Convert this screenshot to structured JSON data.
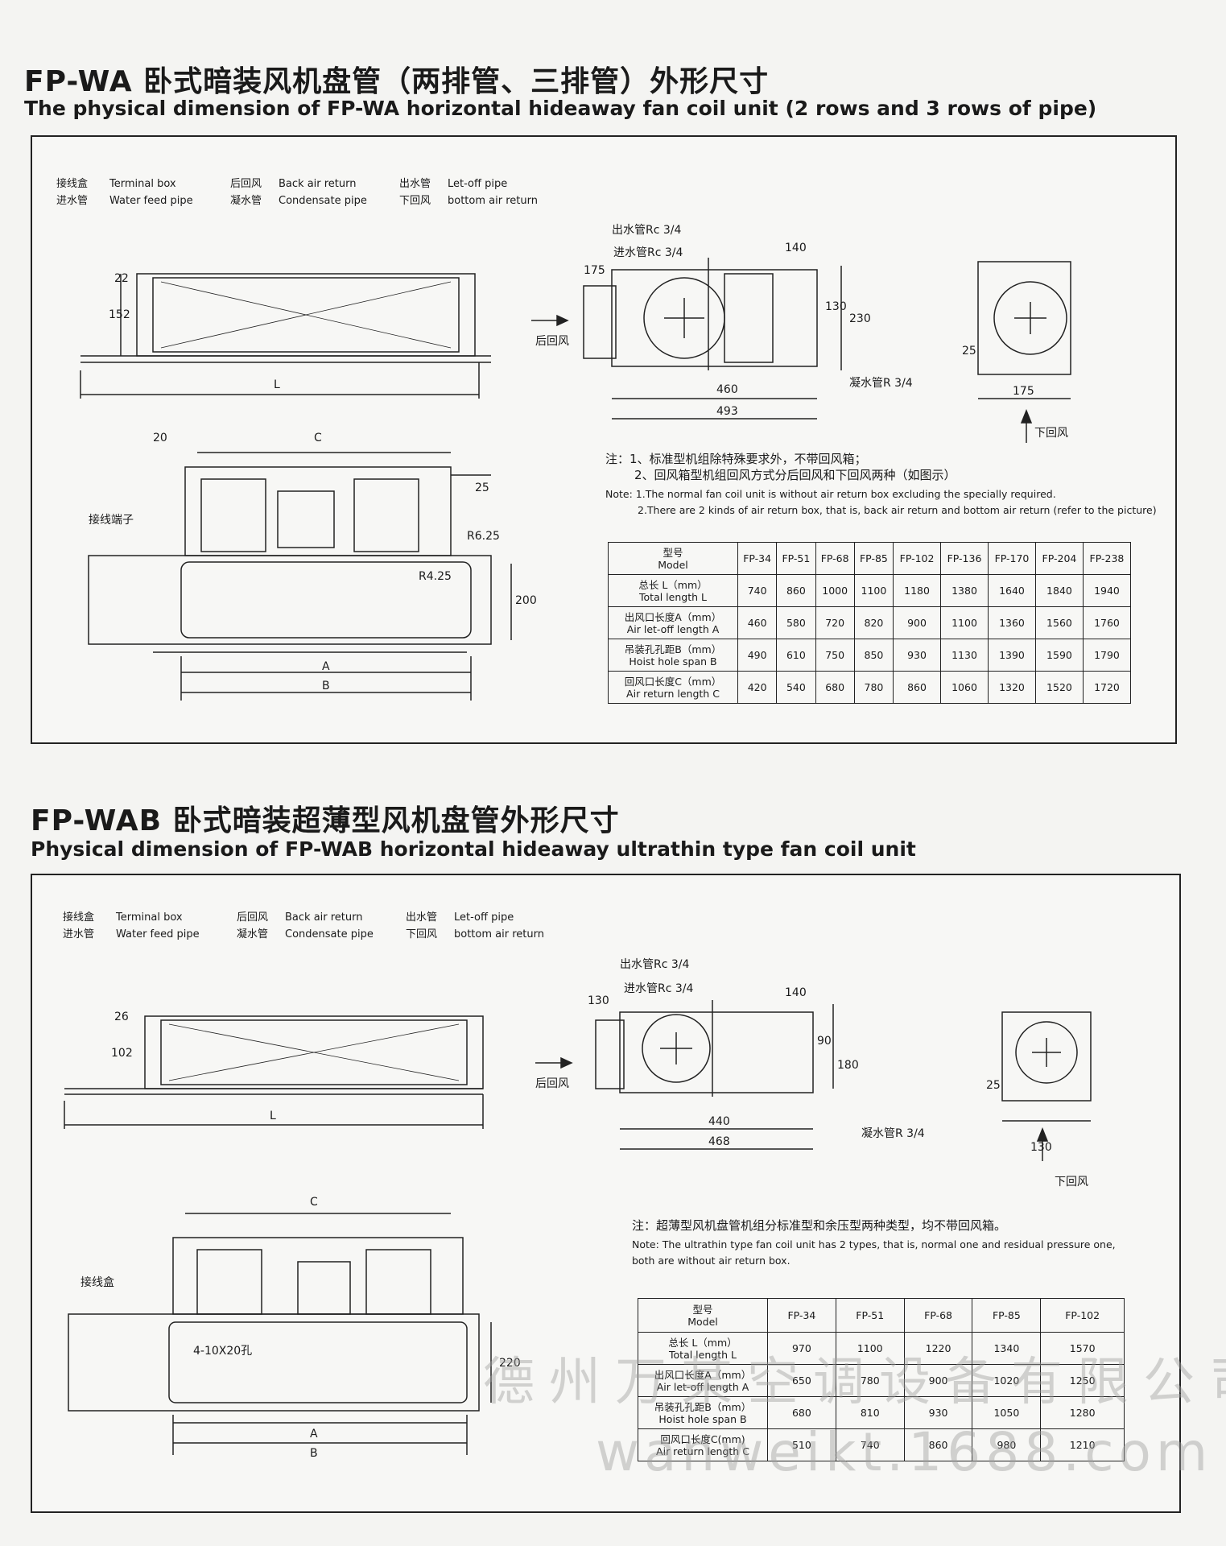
{
  "section1": {
    "title_cn": "FP-WA 卧式暗装风机盘管（两排管、三排管）外形尺寸",
    "title_en": "The physical dimension of FP-WA horizontal hideaway fan coil unit (2 rows and 3 rows of pipe)",
    "legend": [
      {
        "cn": "接线盒",
        "en": "Terminal box"
      },
      {
        "cn": "后回风",
        "en": "Back air return"
      },
      {
        "cn": "出水管",
        "en": "Let-off pipe"
      },
      {
        "cn": "进水管",
        "en": "Water feed pipe"
      },
      {
        "cn": "凝水管",
        "en": "Condensate pipe"
      },
      {
        "cn": "下回风",
        "en": "bottom air return"
      }
    ],
    "labels": {
      "dim_22": "22",
      "dim_152": "152",
      "dim_L": "L",
      "dim_20": "20",
      "dim_C": "C",
      "dim_25": "25",
      "terminal": "接线端子",
      "r425": "R4.25",
      "r625": "R6.25",
      "dim_200": "200",
      "dim_A": "A",
      "dim_B": "B",
      "outlet_pipe": "出水管Rc 3/4",
      "inlet_pipe": "进水管Rc 3/4",
      "dim_140": "140",
      "dim_130": "130",
      "dim_230": "230",
      "dim_175": "175",
      "back_return": "后回风",
      "dim_460": "460",
      "dim_493": "493",
      "condensate": "凝水管R 3/4",
      "dim_25b": "25",
      "dim_175b": "175",
      "bottom_return": "下回风"
    },
    "notes_cn": [
      "注：1、标准型机组除特殊要求外，不带回风箱；",
      "2、回风箱型机组回风方式分后回风和下回风两种（如图示）"
    ],
    "notes_en": [
      "Note: 1.The normal fan coil unit is without air return box excluding the specially required.",
      "2.There are 2 kinds of air return box, that is, back air return and bottom air return (refer to the picture)"
    ],
    "table": {
      "header_cn": "型号",
      "header_en": "Model",
      "models": [
        "FP-34",
        "FP-51",
        "FP-68",
        "FP-85",
        "FP-102",
        "FP-136",
        "FP-170",
        "FP-204",
        "FP-238"
      ],
      "rows": [
        {
          "cn": "总长 L（mm）",
          "en": "Total length L",
          "values": [
            "740",
            "860",
            "1000",
            "1100",
            "1180",
            "1380",
            "1640",
            "1840",
            "1940"
          ]
        },
        {
          "cn": "出风口长度A（mm）",
          "en": "Air let-off length A",
          "values": [
            "460",
            "580",
            "720",
            "820",
            "900",
            "1100",
            "1360",
            "1560",
            "1760"
          ]
        },
        {
          "cn": "吊装孔孔距B（mm）",
          "en": "Hoist hole span B",
          "values": [
            "490",
            "610",
            "750",
            "850",
            "930",
            "1130",
            "1390",
            "1590",
            "1790"
          ]
        },
        {
          "cn": "回风口长度C（mm）",
          "en": "Air return length C",
          "values": [
            "420",
            "540",
            "680",
            "780",
            "860",
            "1060",
            "1320",
            "1520",
            "1720"
          ]
        }
      ]
    }
  },
  "section2": {
    "title_cn": "FP-WAB 卧式暗装超薄型风机盘管外形尺寸",
    "title_en": "Physical dimension of FP-WAB horizontal hideaway ultrathin type fan coil unit",
    "legend": [
      {
        "cn": "接线盒",
        "en": "Terminal box"
      },
      {
        "cn": "后回风",
        "en": "Back air return"
      },
      {
        "cn": "出水管",
        "en": "Let-off pipe"
      },
      {
        "cn": "进水管",
        "en": "Water feed pipe"
      },
      {
        "cn": "凝水管",
        "en": "Condensate pipe"
      },
      {
        "cn": "下回风",
        "en": "bottom air return"
      }
    ],
    "labels": {
      "dim_26": "26",
      "dim_102": "102",
      "dim_L": "L",
      "dim_C": "C",
      "terminal": "接线盒",
      "holes": "4-10X20孔",
      "dim_220": "220",
      "dim_A": "A",
      "dim_B": "B",
      "outlet_pipe": "出水管Rc 3/4",
      "inlet_pipe": "进水管Rc 3/4",
      "dim_140": "140",
      "dim_90": "90",
      "dim_180": "180",
      "dim_130": "130",
      "back_return": "后回风",
      "dim_440": "440",
      "dim_468": "468",
      "condensate": "凝水管R 3/4",
      "dim_25": "25",
      "dim_130b": "130",
      "bottom_return": "下回风"
    },
    "notes_cn": [
      "注：超薄型风机盘管机组分标准型和余压型两种类型，均不带回风箱。"
    ],
    "notes_en": [
      "Note: The ultrathin type fan coil unit has 2 types, that is, normal one and residual pressure one,",
      "both are without air return box."
    ],
    "table": {
      "header_cn": "型号",
      "header_en": "Model",
      "models": [
        "FP-34",
        "FP-51",
        "FP-68",
        "FP-85",
        "FP-102"
      ],
      "rows": [
        {
          "cn": "总长 L（mm）",
          "en": "Total length L",
          "values": [
            "970",
            "1100",
            "1220",
            "1340",
            "1570"
          ]
        },
        {
          "cn": "出风口长度A（mm）",
          "en": "Air let-off length A",
          "values": [
            "650",
            "780",
            "900",
            "1020",
            "1250"
          ]
        },
        {
          "cn": "吊装孔孔距B（mm）",
          "en": "Hoist hole span B",
          "values": [
            "680",
            "810",
            "930",
            "1050",
            "1280"
          ]
        },
        {
          "cn": "回风口长度C(mm)",
          "en": "Air return length C",
          "values": [
            "510",
            "740",
            "860",
            "980",
            "1210"
          ]
        }
      ]
    }
  },
  "watermark": {
    "cn": "德州万某空调设备有限公司",
    "en": "wanweikt.1688.com"
  }
}
